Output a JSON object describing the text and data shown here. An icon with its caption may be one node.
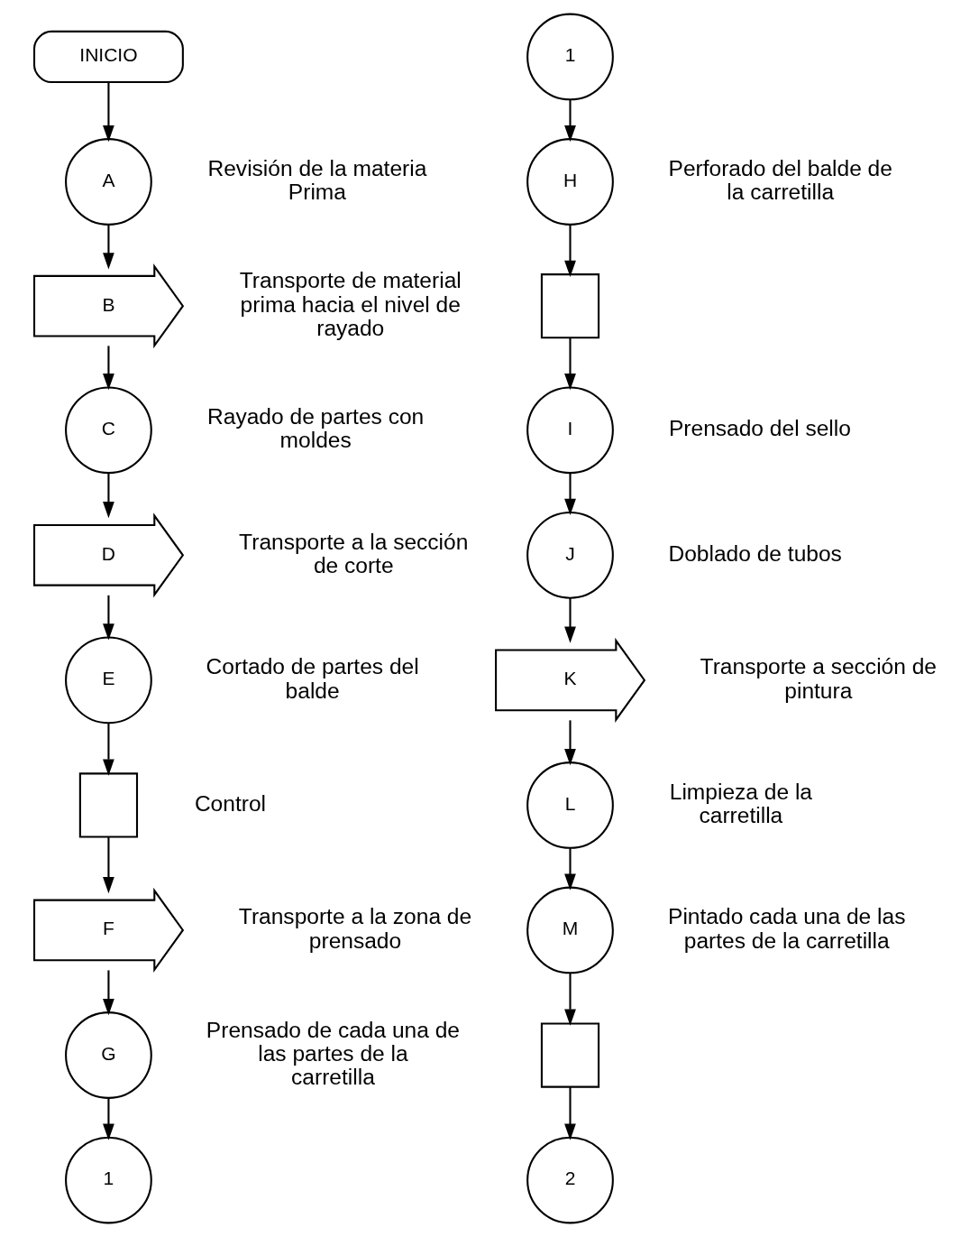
{
  "diagram": {
    "nodes": [
      {
        "text": [
          "INICIO"
        ]
      },
      {
        "text": [
          "A"
        ],
        "beside": [
          "Revisión de la materia Prima"
        ]
      },
      {
        "text": [
          "B"
        ],
        "beside": [
          "Transporte de material prima hacia el nivel de rayado"
        ]
      },
      {
        "text": [
          "C"
        ],
        "beside": [
          "Rayado de partes con moldes"
        ]
      },
      {
        "text": [
          "D"
        ],
        "beside": [
          "Transporte a la sección de corte"
        ]
      },
      {
        "text": [
          "E"
        ],
        "beside": [
          "Cortado de partes del balde"
        ]
      },
      {
        "text": [],
        "shape": "box",
        "beside": [
          "Control"
        ]
      },
      {
        "text": [
          "F"
        ],
        "beside": [
          "Transporte a la zona de prensado"
        ]
      },
      {
        "text": [
          "G"
        ],
        "beside": [
          "Prensado de cada una de las partes de la carretilla"
        ]
      },
      {
        "text": [
          "1"
        ]
      },
      {
        "text": [
          "1"
        ]
      },
      {
        "text": [
          "H"
        ],
        "beside": [
          "Perforado del balde de la carretilla"
        ]
      },
      {
        "text": [],
        "shape": "box"
      },
      {
        "text": [
          "I"
        ],
        "beside": [
          "Prensado del sello"
        ]
      },
      {
        "text": [
          "J"
        ],
        "beside": [
          "Doblado de tubos"
        ]
      },
      {
        "text": [
          "K"
        ],
        "beside": [
          "Transporte a sección de pintura"
        ]
      },
      {
        "text": [
          "L"
        ],
        "beside": [
          "Limpieza de la carretilla"
        ]
      },
      {
        "text": [
          "M"
        ],
        "beside": [
          "Pintado cada una de las partes de la carretilla"
        ]
      },
      {
        "text": [],
        "shape": "box"
      },
      {
        "text": [
          "2"
        ]
      }
    ],
    "edges": [
      {
        "from": 0,
        "to": 1,
        "arrow": "to"
      },
      {
        "from": 1,
        "to": 2,
        "arrow": "to"
      },
      {
        "from": 2,
        "to": 3,
        "arrow": "to"
      },
      {
        "from": 3,
        "to": 4,
        "arrow": "to"
      },
      {
        "from": 4,
        "to": 5,
        "arrow": "to"
      },
      {
        "from": 5,
        "to": 6,
        "arrow": "to"
      },
      {
        "from": 6,
        "to": 7,
        "arrow": "to"
      },
      {
        "from": 7,
        "to": 8,
        "arrow": "to"
      },
      {
        "from": 8,
        "to": 9,
        "arrow": "to"
      },
      {
        "from": 10,
        "to": 11,
        "arrow": "to"
      },
      {
        "from": 11,
        "to": 12,
        "arrow": "to"
      },
      {
        "from": 12,
        "to": 13,
        "arrow": "to"
      },
      {
        "from": 13,
        "to": 14,
        "arrow": "to"
      },
      {
        "from": 14,
        "to": 15,
        "arrow": "to"
      },
      {
        "from": 15,
        "to": 16,
        "arrow": "to"
      },
      {
        "from": 16,
        "to": 17,
        "arrow": "to"
      },
      {
        "from": 17,
        "to": 18,
        "arrow": "to"
      },
      {
        "from": 18,
        "to": 19,
        "arrow": "to"
      }
    ]
  }
}
